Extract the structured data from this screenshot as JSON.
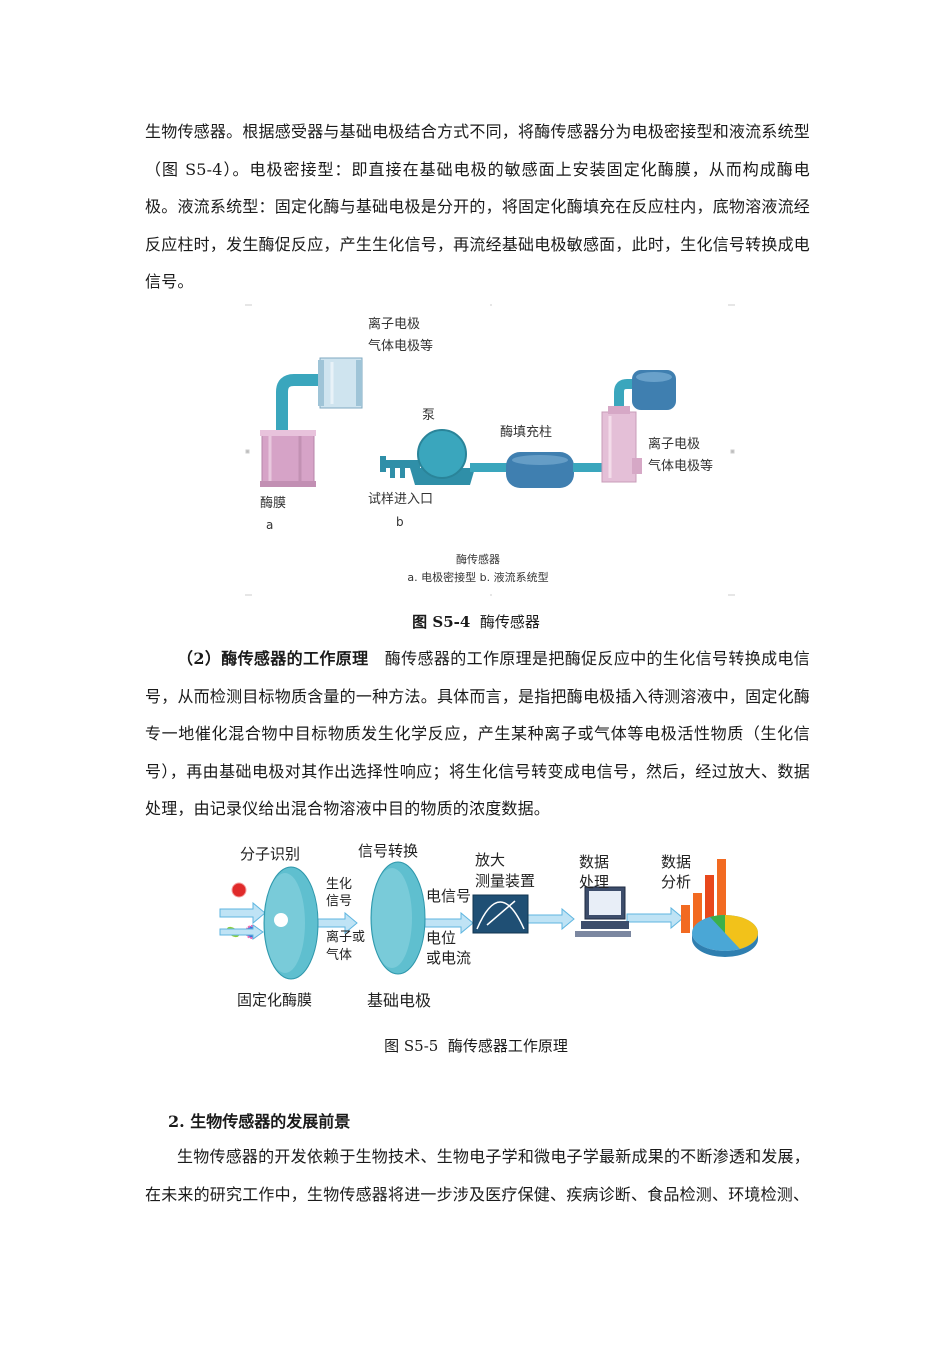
{
  "para1": "生物传感器。根据感受器与基础电极结合方式不同，将酶传感器分为电极密接型和液流系统型（图 S5-4）。电极密接型：即直接在基础电极的敏感面上安装固定化酶膜，从而构成酶电极。液流系统型：固定化酶与基础电极是分开的，将固定化酶填充在反应柱内，底物溶液流经反应柱时，发生酶促反应，产生生化信号，再流经基础电极敏感面，此时，生化信号转换成电信号。",
  "fig1": {
    "label_top_electrode_1": "离子电极",
    "label_top_electrode_2": "气体电极等",
    "label_pump": "泵",
    "label_column": "酶填充柱",
    "label_right_electrode_1": "离子电极",
    "label_right_electrode_2": "气体电极等",
    "label_membrane": "酶膜",
    "label_a": "a",
    "label_inlet": "试样进入口",
    "label_b": "b",
    "inner_title": "酶传感器",
    "inner_legend": "a. 电极密接型    b. 液流系统型",
    "caption_num": "图 S5-4",
    "caption_text": "酶传感器"
  },
  "para2_heading": "（2）酶传感器的工作原理",
  "para2_body": "酶传感器的工作原理是把酶促反应中的生化信号转换成电信号，从而检测目标物质含量的一种方法。具体而言，是指把酶电极插入待测溶液中，固定化酶专一地催化混合物中目标物质发生化学反应，产生某种离子或气体等电极活性物质（生化信号），再由基础电极对其作出选择性响应；将生化信号转变成电信号，然后，经过放大、数据处理，由记录仪给出混合物溶液中目的物质的浓度数据。",
  "fig2": {
    "molecular_recognition": "分子识别",
    "signal_conversion": "信号转换",
    "amplify_1": "放大",
    "amplify_2": "测量装置",
    "data_proc_1": "数据",
    "data_proc_2": "处理",
    "data_anal_1": "数据",
    "data_anal_2": "分析",
    "bio_signal_1": "生化",
    "bio_signal_2": "信号",
    "ion_gas_1": "离子或",
    "ion_gas_2": "气体",
    "elec_signal": "电信号",
    "potential_1": "电位",
    "potential_2": "或电流",
    "immobilized_membrane": "固定化酶膜",
    "base_electrode": "基础电极",
    "caption_num": "图 S5-5",
    "caption_text": "酶传感器工作原理"
  },
  "section2_title": "2. 生物传感器的发展前景",
  "para3": "生物传感器的开发依赖于生物技术、生物电子学和微电子学最新成果的不断渗透和发展，在未来的研究工作中，生物传感器将进一步涉及医疗保健、疾病诊断、食品检测、环境检测、",
  "colors": {
    "teal": "#3aa6bd",
    "pink": "#d8a9c9",
    "blue": "#3f7fb0",
    "orange": "#f26a21",
    "pie_green": "#3cb04a",
    "pie_yellow": "#f2c21a"
  }
}
